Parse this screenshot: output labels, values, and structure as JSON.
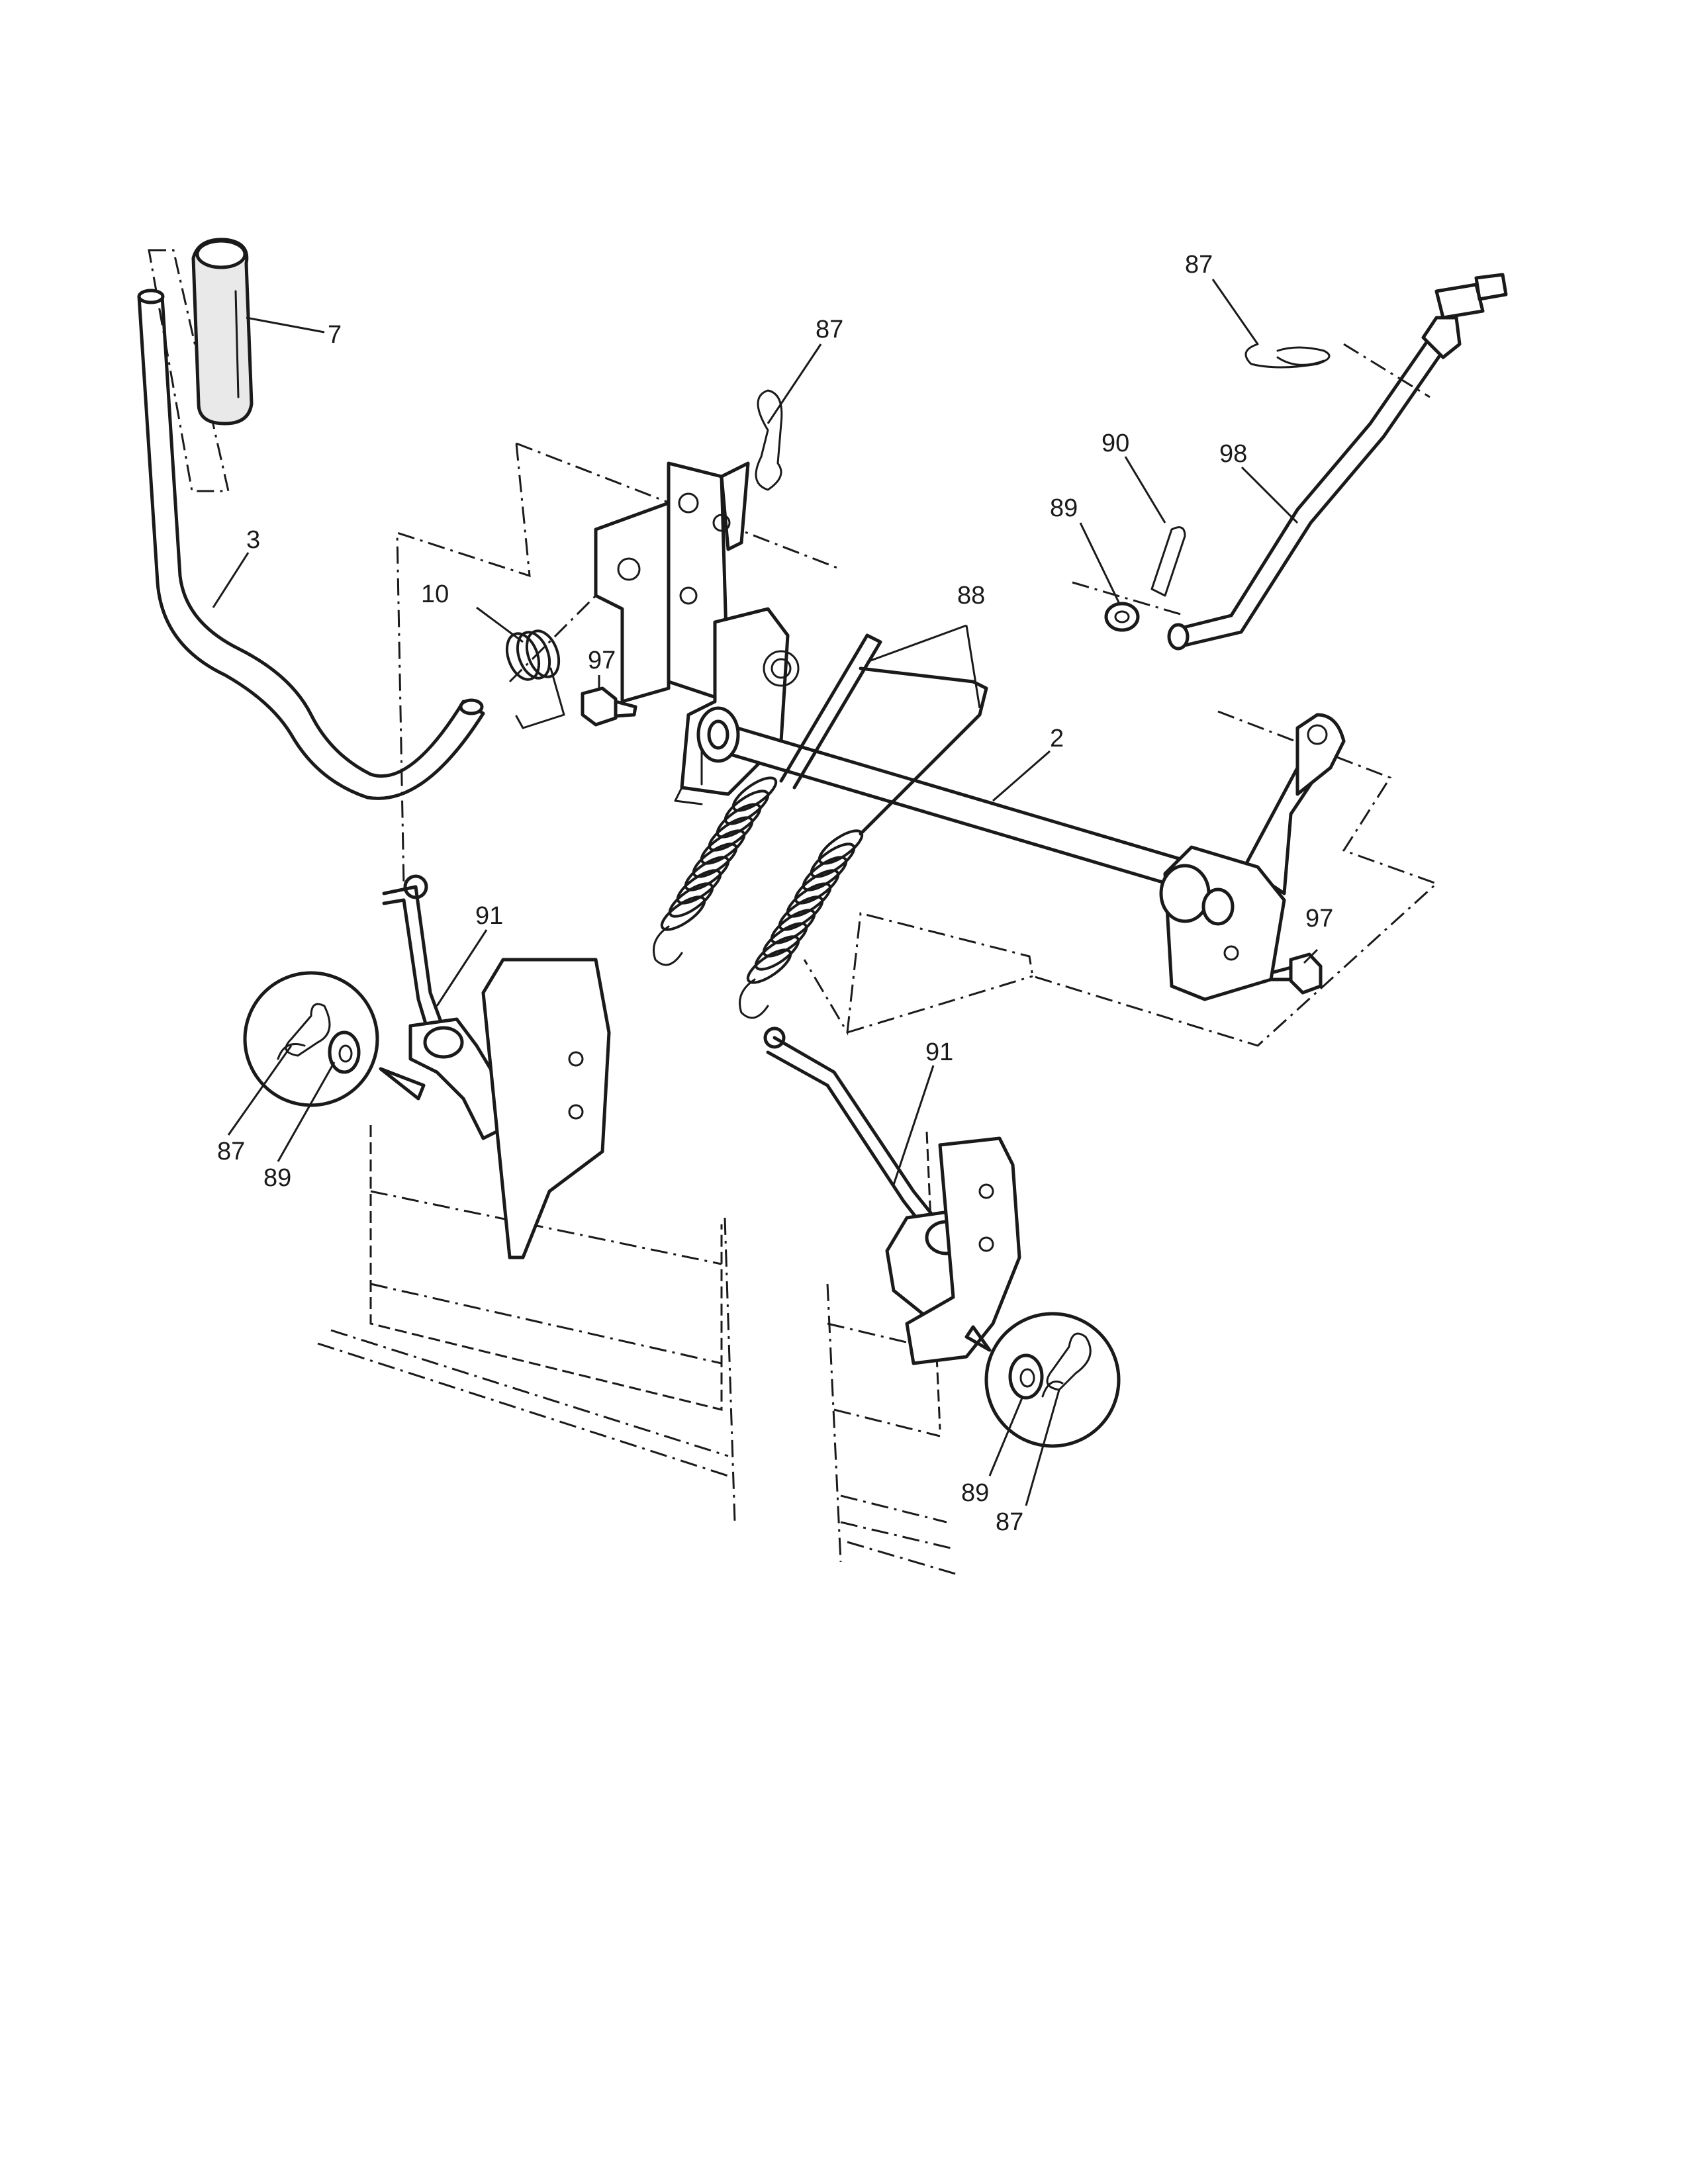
{
  "callouts": [
    {
      "id": "c-7",
      "text": "7"
    },
    {
      "id": "c-3",
      "text": "3"
    },
    {
      "id": "c-87a",
      "text": "87"
    },
    {
      "id": "c-87b",
      "text": "87"
    },
    {
      "id": "c-90",
      "text": "90"
    },
    {
      "id": "c-98",
      "text": "98"
    },
    {
      "id": "c-89a",
      "text": "89"
    },
    {
      "id": "c-88",
      "text": "88"
    },
    {
      "id": "c-10",
      "text": "10"
    },
    {
      "id": "c-97a",
      "text": "97"
    },
    {
      "id": "c-2",
      "text": "2"
    },
    {
      "id": "c-97b",
      "text": "97"
    },
    {
      "id": "c-91a",
      "text": "91"
    },
    {
      "id": "c-87c",
      "text": "87"
    },
    {
      "id": "c-89b",
      "text": "89"
    },
    {
      "id": "c-91b",
      "text": "91"
    },
    {
      "id": "c-89c",
      "text": "89"
    },
    {
      "id": "c-87d",
      "text": "87"
    }
  ]
}
